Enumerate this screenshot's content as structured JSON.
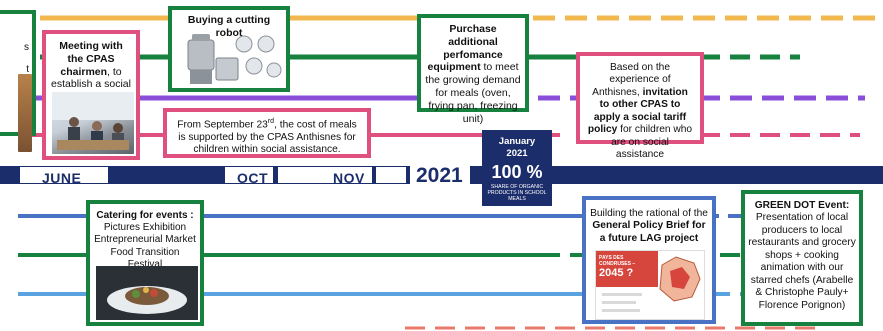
{
  "timeline": {
    "months": [
      "JUNE",
      "OCT",
      "NOV"
    ],
    "year": "2021"
  },
  "colors": {
    "navy": "#1c2d6b",
    "green": "#17813f",
    "pink": "#e0507f",
    "blue": "#4a72c4",
    "yellow": "#f2b84f",
    "purple": "#8a4fd8",
    "light_blue": "#5aa3e0",
    "red": "#e87a6a"
  },
  "cards": {
    "meeting": {
      "bold": "Meeting with the CPAS chairmen",
      "text": ", to establish a social tariff policy"
    },
    "robot": {
      "title": "Buying a cutting robot"
    },
    "cost": {
      "text1": "From September 23",
      "sup": "rd",
      "text2": ", the cost of meals is supported by the CPAS Anthisnes for children within social assistance."
    },
    "purchase": {
      "bold": "Purchase additional perfomance equipment",
      "text": " to meet the growing demand for meals (oven, frying pan, freezing unit)"
    },
    "invitation": {
      "text1": "Based on the experience of Anthisnes, ",
      "bold": "invitation to other CPAS to apply a social tariff policy",
      "text2": " for children who are on social assistance"
    },
    "january": {
      "month": "January",
      "year": "2021",
      "big": "100 %",
      "caption": "SHARE OF ORGANIC PRODUCTS IN SCHOOL MEALS"
    },
    "catering": {
      "title": "Catering for events :",
      "items": [
        "Pictures Exhibition",
        "Entrepreneurial Market",
        "Food Transition Festival"
      ]
    },
    "policy": {
      "text1": "Building the rational of the ",
      "bold": "General Policy Brief for a future LAG project",
      "thumb_question": "PAYS DES CONDRUSES –",
      "thumb_year": "2045 ?"
    },
    "greendot": {
      "bold": "GREEN DOT Event:",
      "text": "Presentation of local producers to local restaurants and grocery shops + cooking animation with our starred chefs (Arabelle & Christophe Pauly+ Florence Porignon)"
    }
  },
  "edge_text": [
    "s",
    "t"
  ]
}
